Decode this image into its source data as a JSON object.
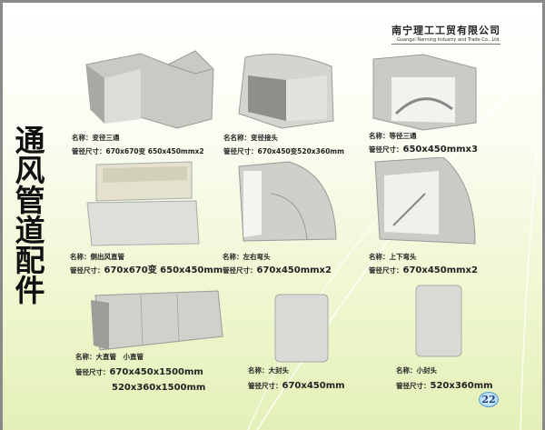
{
  "header": {
    "company_cn": "南宁理工工贸有限公司",
    "company_en": "Guangxi Nanning Industry and Trade Co., Ltd."
  },
  "title": "通风管道配件",
  "page_number": "22",
  "products": [
    {
      "name": "名称：变径三通",
      "size_label": "管径尺寸：",
      "size": "670x670变 650x450mmx2"
    },
    {
      "name": "名名称：变径接头",
      "size_label": "管径尺寸：",
      "size": "670x450变520x360mm"
    },
    {
      "name": "名称：等径三通",
      "size_label": "管径尺寸：",
      "size": "650x450mmx3"
    },
    {
      "name": "名称：侧出风直管",
      "size_label": "管径尺寸：",
      "size": "670x670变 650x450mm"
    },
    {
      "name": "名称：左右弯头",
      "size_label": "管径尺寸：",
      "size": "670x450mmx2"
    },
    {
      "name": "名称：上下弯头",
      "size_label": "管径尺寸：",
      "size": "670x450mmx2"
    },
    {
      "name": "名称：大直管　小直管",
      "size_label": "管径尺寸：",
      "size": "670x450x1500mm",
      "size2": "520x360x1500mm"
    },
    {
      "name": "名称：大封头",
      "size_label": "管径尺寸：",
      "size": "670x450mm"
    },
    {
      "name": "名称：小封头",
      "size_label": "管径尺寸：",
      "size": "520x360mm"
    }
  ]
}
